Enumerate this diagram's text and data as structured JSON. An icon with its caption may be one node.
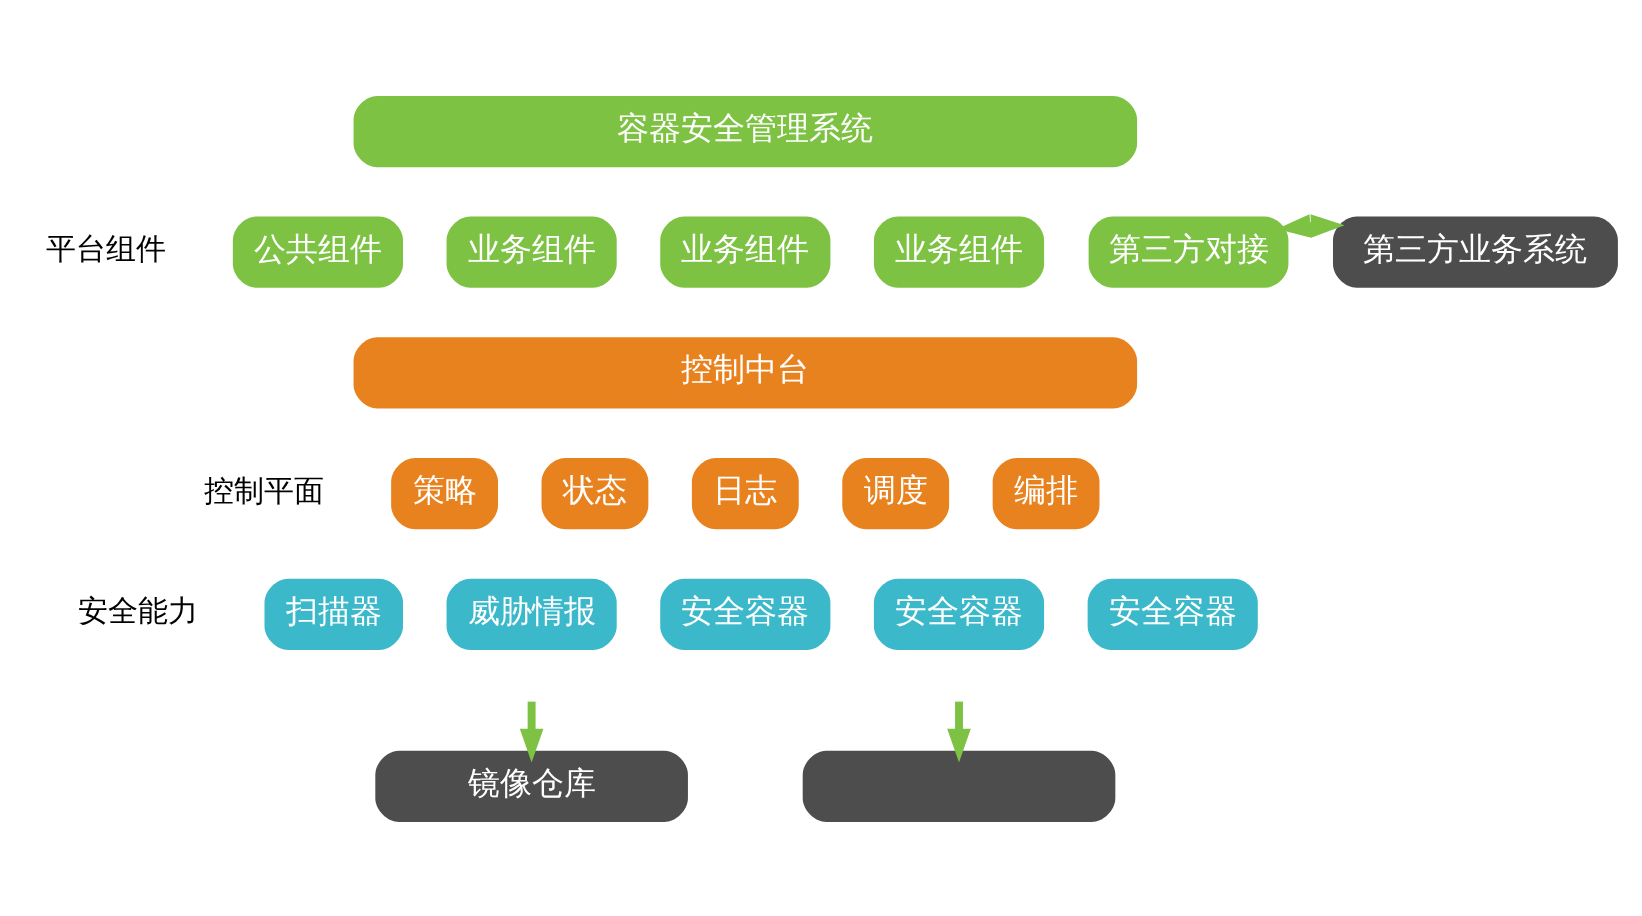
{
  "diagram": {
    "nodes": [
      {
        "text": [
          "容器安全管理系统"
        ]
      },
      {
        "text": [
          "公共组件"
        ]
      },
      {
        "text": [
          "业务组件"
        ]
      },
      {
        "text": [
          "业务组件"
        ]
      },
      {
        "text": [
          "业务组件"
        ]
      },
      {
        "text": [
          "第三方对接"
        ]
      },
      {
        "text": [
          "第三方业务系统"
        ]
      },
      {
        "text": [
          "控制中台"
        ]
      },
      {
        "text": [
          "策略"
        ]
      },
      {
        "text": [
          "状态"
        ]
      },
      {
        "text": [
          "日志"
        ]
      },
      {
        "text": [
          "调度"
        ]
      },
      {
        "text": [
          "编排"
        ]
      },
      {
        "text": [
          "扫描器"
        ]
      },
      {
        "text": [
          "威胁情报"
        ]
      },
      {
        "text": [
          "安全容器"
        ]
      },
      {
        "text": [
          "安全容器"
        ]
      },
      {
        "text": [
          "安全容器"
        ]
      },
      {
        "text": [
          "镜像仓库"
        ]
      },
      {
        "text": [],
        "shape": "box"
      }
    ],
    "edges": [
      {
        "from": 5,
        "to": 6,
        "arrow": "both"
      },
      {
        "from": null,
        "to": 18,
        "arrow": "to"
      },
      {
        "from": null,
        "to": 19,
        "arrow": "to"
      }
    ],
    "labels": [
      "平台组件",
      "控制平面",
      "安全能力"
    ]
  }
}
